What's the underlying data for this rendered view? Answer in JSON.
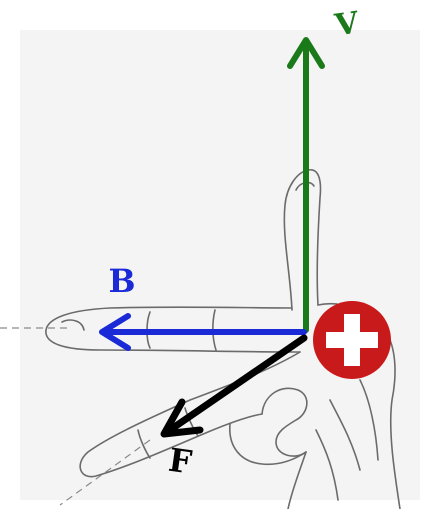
{
  "figure": {
    "labels": {
      "velocity": "V",
      "field": "B",
      "force": "F"
    },
    "colors": {
      "velocity": "#1a7a1a",
      "field": "#1a2ad6",
      "force": "#000000",
      "charge_fill": "#c8191b",
      "charge_symbol": "#ffffff",
      "hand_outline": "#6b6b6b",
      "background_wash": "#f4f4f4"
    },
    "charge_sign": "positive"
  }
}
